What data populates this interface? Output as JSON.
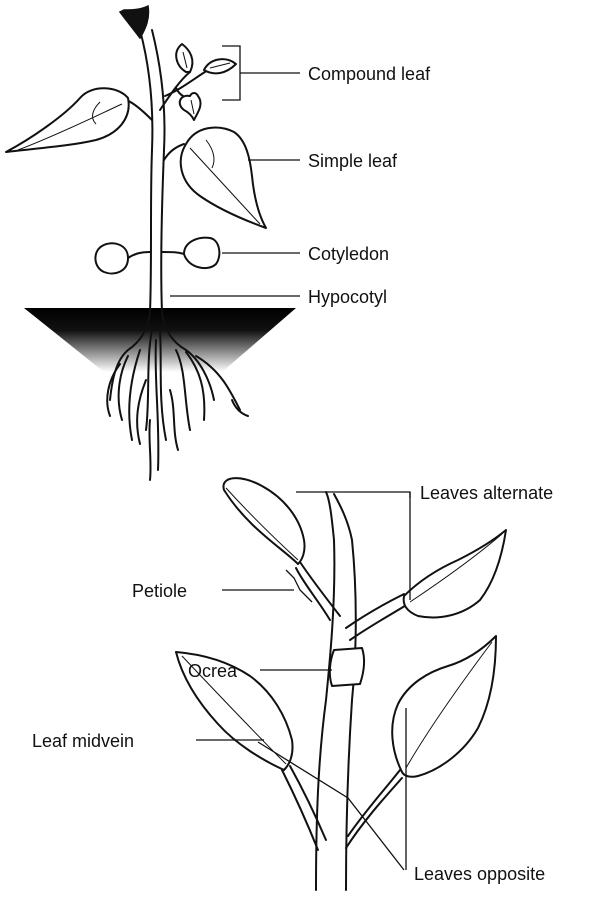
{
  "diagram": {
    "top_labels": {
      "compound_leaf": "Compound leaf",
      "simple_leaf": "Simple leaf",
      "cotyledon": "Cotyledon",
      "hypocotyl": "Hypocotyl"
    },
    "bottom_labels": {
      "leaves_alternate": "Leaves alternate",
      "petiole": "Petiole",
      "ocrea": "Ocrea",
      "leaf_midvein": "Leaf midvein",
      "leaves_opposite": "Leaves opposite"
    }
  }
}
